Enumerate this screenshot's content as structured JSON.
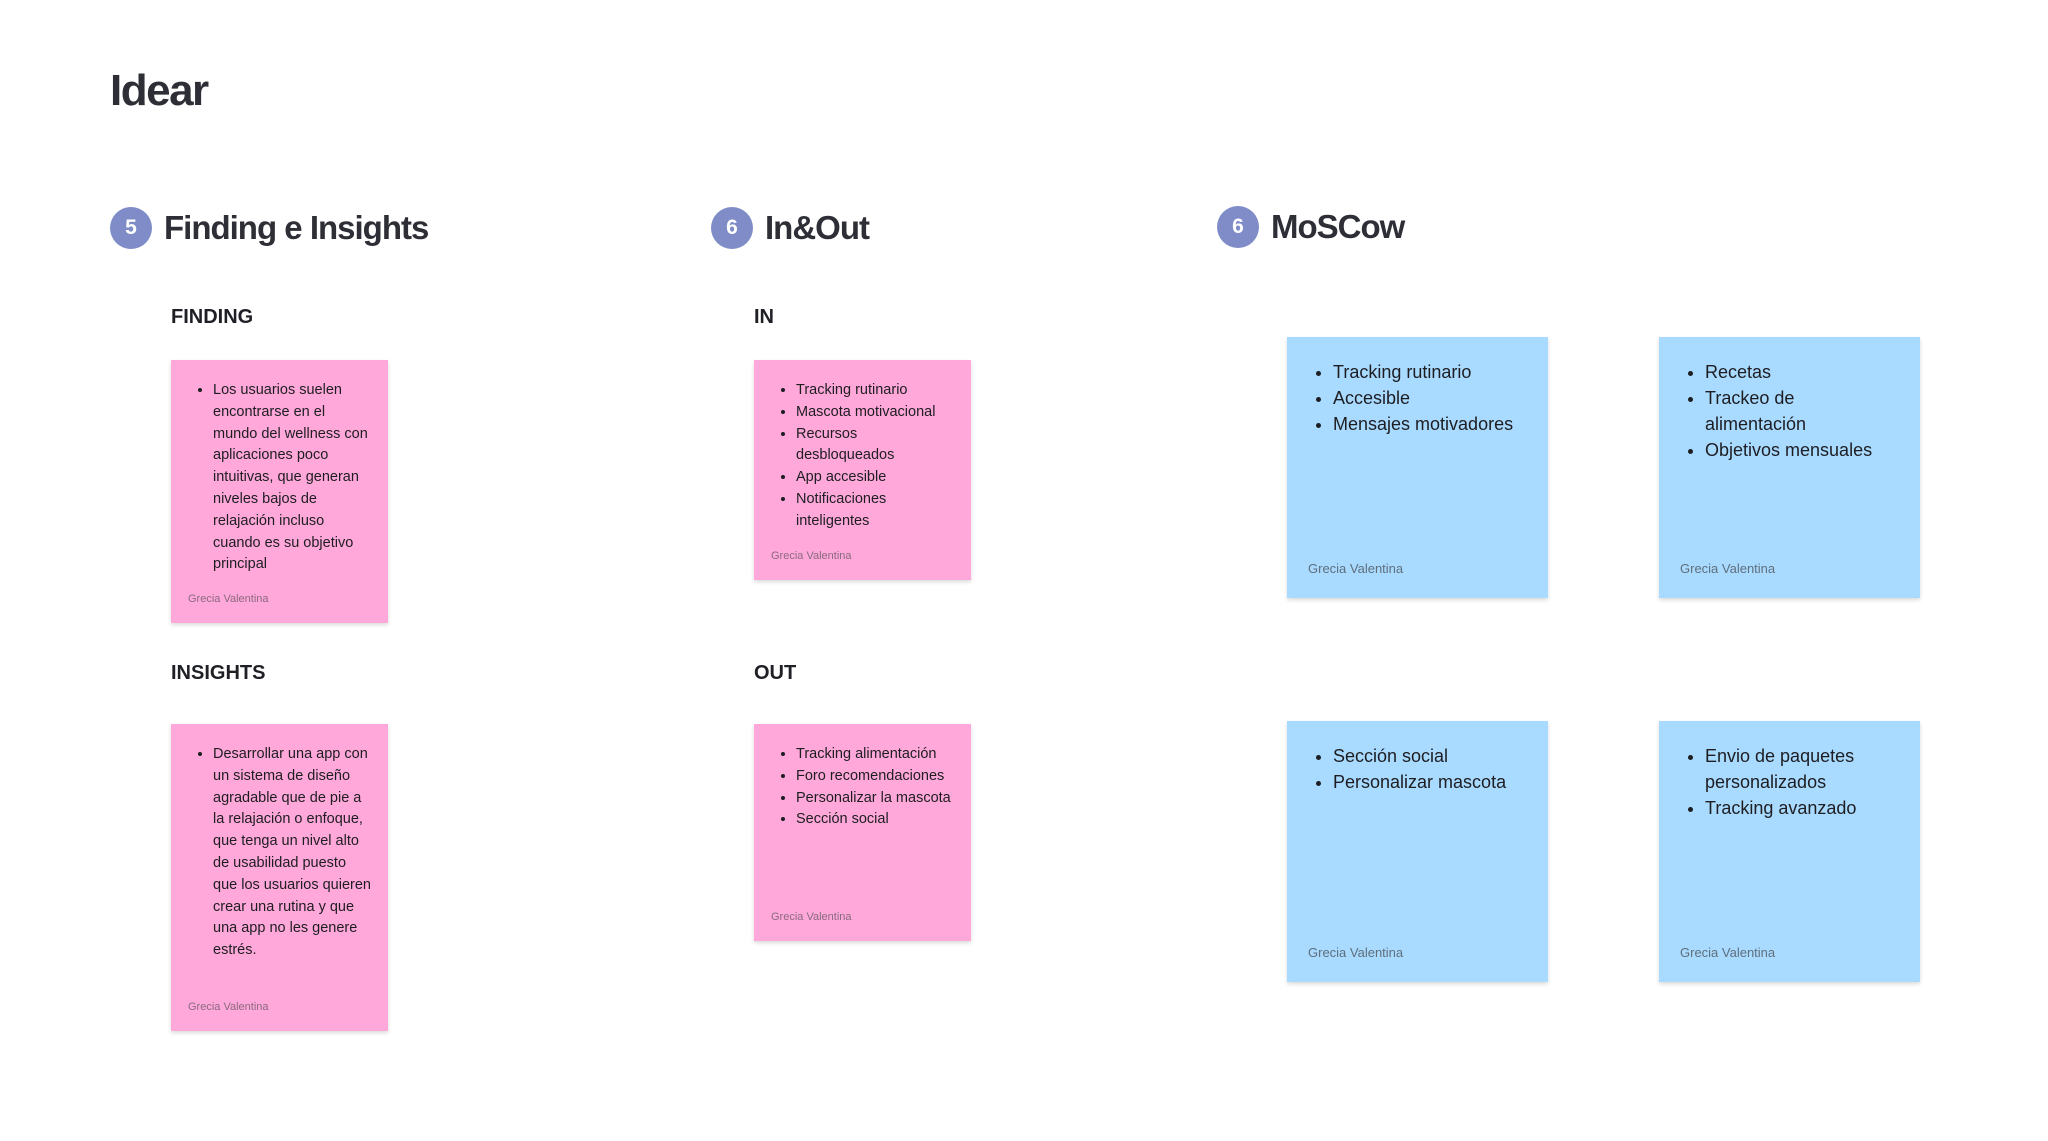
{
  "page": {
    "title": "Idear"
  },
  "sections": {
    "finding_insights": {
      "number": "5",
      "title": "Finding e Insights",
      "finding_label": "FINDING",
      "insights_label": "INSIGHTS"
    },
    "in_out": {
      "number": "6",
      "title": "In&Out",
      "in_label": "IN",
      "out_label": "OUT"
    },
    "moscow": {
      "number": "6",
      "title": "MoSCow"
    }
  },
  "stickies": {
    "finding": {
      "items": [
        "Los usuarios suelen encontrarse en el mundo del wellness con aplicaciones poco intuitivas, que generan niveles bajos de relajación incluso cuando es su objetivo principal"
      ],
      "author": "Grecia Valentina"
    },
    "insights": {
      "items": [
        "Desarrollar una app con un sistema de diseño agradable que de pie a la relajación o enfoque, que tenga un nivel alto de usabilidad puesto que los usuarios quieren crear una rutina y que una app no les genere estrés."
      ],
      "author": "Grecia Valentina"
    },
    "in": {
      "items": [
        "Tracking rutinario",
        "Mascota motivacional",
        "Recursos desbloqueados",
        "App accesible",
        "Notificaciones inteligentes"
      ],
      "author": "Grecia Valentina"
    },
    "out": {
      "items": [
        "Tracking alimentación",
        "Foro recomendaciones",
        "Personalizar la mascota",
        "Sección social"
      ],
      "author": "Grecia Valentina"
    },
    "moscow_1": {
      "items": [
        "Tracking rutinario",
        "Accesible",
        "Mensajes motivadores"
      ],
      "author": "Grecia Valentina"
    },
    "moscow_2": {
      "items": [
        "Recetas",
        "Trackeo de alimentación",
        "Objetivos mensuales"
      ],
      "author": "Grecia Valentina"
    },
    "moscow_3": {
      "items": [
        "Sección social",
        "Personalizar mascota"
      ],
      "author": "Grecia Valentina"
    },
    "moscow_4": {
      "items": [
        "Envio de paquetes personalizados",
        "Tracking avanzado"
      ],
      "author": "Grecia Valentina"
    }
  },
  "colors": {
    "pink_sticky": "#ffa8d9",
    "blue_sticky": "#a9daff",
    "badge": "#7f8cc8"
  }
}
